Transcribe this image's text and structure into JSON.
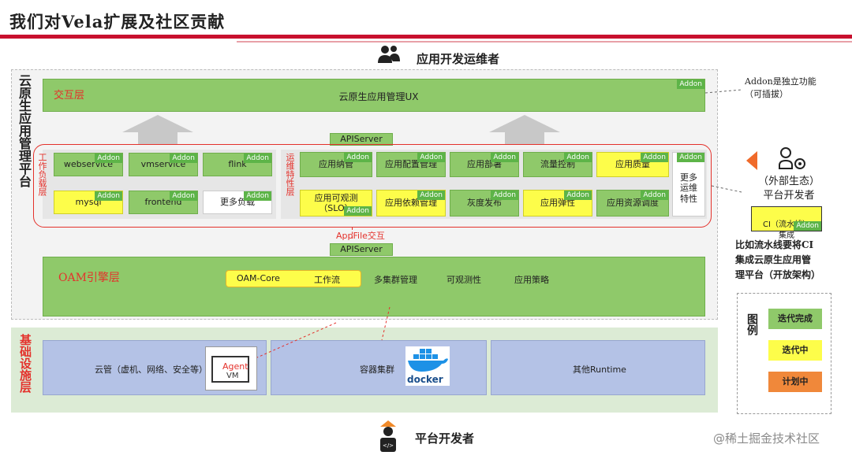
{
  "title": "我们对Vela扩展及社区贡献",
  "top_user": "应用开发运维者",
  "bottom_user": "平台开发者",
  "left_platform_label": "云原生应用管理平台",
  "addon_tag": "Addon",
  "interaction_layer": {
    "label": "交互层",
    "center": "云原生应用管理UX"
  },
  "apiserver_label": "APIServer",
  "workload_layer": {
    "label": "工作负载层",
    "items": [
      "webservice",
      "vmservice",
      "flink",
      "mysql",
      "frontend",
      "更多负载"
    ]
  },
  "ops_layer": {
    "label": "运维特性层",
    "items": [
      "应用纳管",
      "应用配置管理",
      "应用部署",
      "流量控制",
      "应用质量",
      "应用可观测\n（SLO）",
      "应用依赖管理",
      "灰度发布",
      "应用弹性",
      "应用资源调度"
    ],
    "more": "更多\n运维\n特性"
  },
  "appfile_label": "AppFile交互",
  "oam_layer": {
    "label": "OAM引擎层",
    "core": "OAM-Core",
    "items": [
      "工作流",
      "多集群管理",
      "可观测性",
      "应用策略"
    ]
  },
  "base_layer": {
    "label": "基础设施层",
    "items": [
      "云管（虚机、网络、安全等）",
      "容器集群",
      "其他Runtime"
    ],
    "agent_text": "Agent",
    "vm_text": "VM",
    "docker_text": "docker"
  },
  "addon_note": "Addon是独立功能\n（可插拔）",
  "platform_dev": {
    "name": "（外部生态）\n平台开发者",
    "ci": "CI（流水线）\n集成"
  },
  "ci_note": "比如流水线要将CI\n集成云原生应用管\n理平台（开放架构）",
  "legend": {
    "title": "图例",
    "items": [
      {
        "label": "迭代完成",
        "color": "#8fc96a"
      },
      {
        "label": "迭代中",
        "color": "#fdfd4a"
      },
      {
        "label": "计划中",
        "color": "#f0883a"
      }
    ]
  },
  "watermark": "@稀土掘金技术社区"
}
